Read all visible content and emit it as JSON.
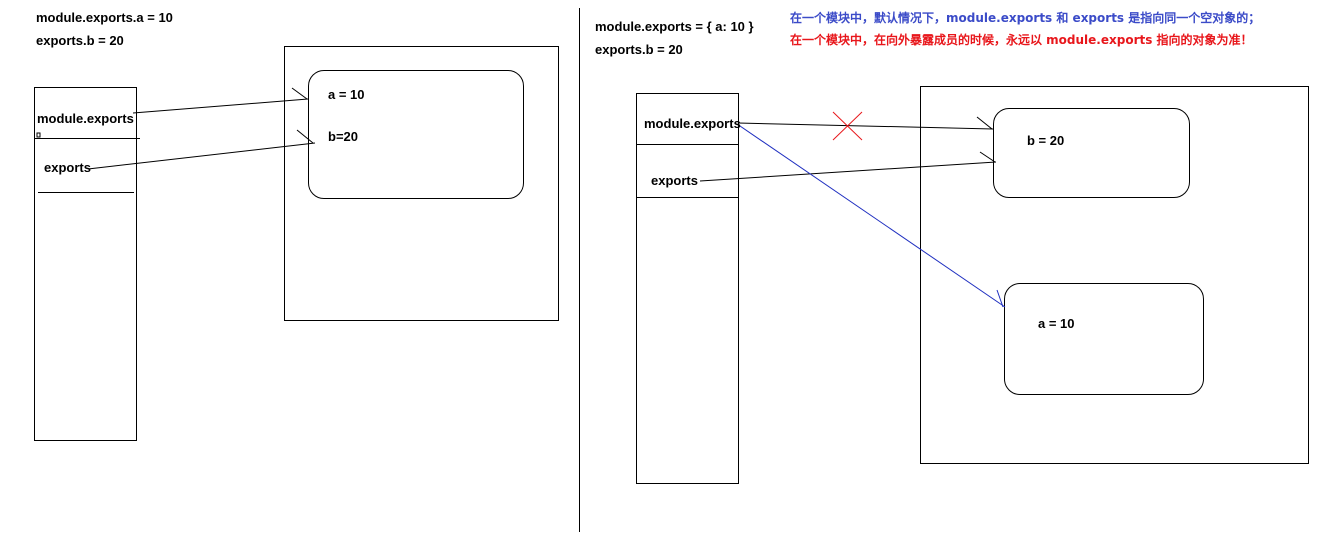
{
  "left": {
    "code_line1": "module.exports.a = 10",
    "code_line2": "exports.b = 20",
    "stack_label1": "module.exports",
    "stack_label2": "exports",
    "obj_prop_a": "a = 10",
    "obj_prop_b": "b=20"
  },
  "right": {
    "code_line1": "module.exports = { a: 10 }",
    "code_line2": "exports.b = 20",
    "stack_label1": "module.exports",
    "stack_label2": "exports",
    "obj1_prop": "b = 20",
    "obj2_prop": "a = 10"
  },
  "notes": {
    "blue": "在一个模块中，默认情况下，module.exports 和 exports 是指向同一个空对象的；",
    "red": "在一个模块中，在向外暴露成员的时候，永远以 module.exports 指向的对象为准！"
  },
  "colors": {
    "blue_note": "#3b4bc8",
    "red_note": "#e8161b",
    "blue_arrow": "#1f2fc0",
    "red_cross": "#e8161b"
  }
}
